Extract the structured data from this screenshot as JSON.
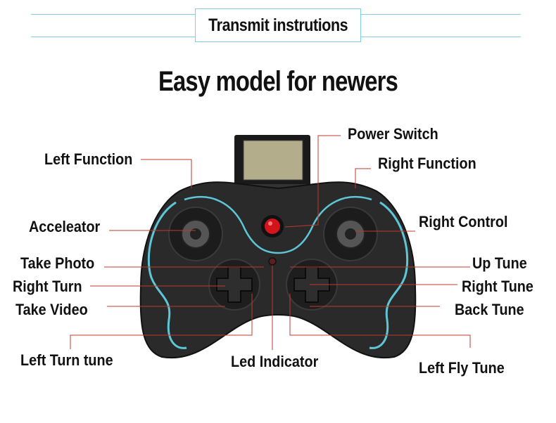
{
  "header": {
    "title": "Transmit instrutions"
  },
  "subtitle": "Easy model for newers",
  "labels": {
    "left_function": "Left Function",
    "power_switch": "Power Switch",
    "right_function": "Right Function",
    "acceleator": "Acceleator",
    "right_control": "Right Control",
    "take_photo": "Take Photo",
    "up_tune": "Up Tune",
    "right_turn": "Right Turn",
    "right_tune": "Right Tune",
    "take_video": "Take Video",
    "back_tune": "Back Tune",
    "left_turn_tune": "Left Turn tune",
    "led_indicator": "Led Indicator",
    "left_fly_tune": "Left Fly Tune"
  },
  "colors": {
    "accent_line": "#7fd3dc",
    "leader_line": "#c0392b",
    "controller_body": "#2b2b2b",
    "controller_trim": "#5ec7d6",
    "power_button": "#d4141b"
  }
}
